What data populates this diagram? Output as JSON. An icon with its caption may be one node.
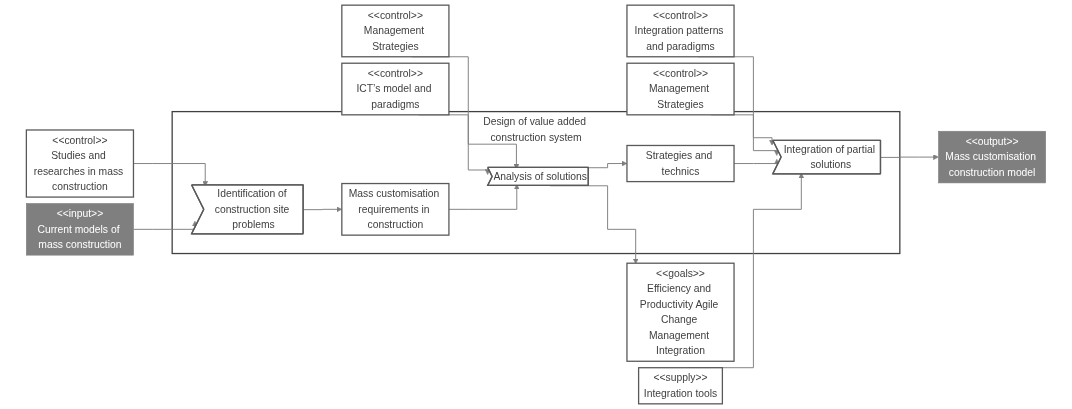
{
  "diagram": {
    "nodes": [
      {
        "text": [
          "<<control>>",
          "Studies and researches in mass construction"
        ]
      },
      {
        "text": [
          "<<control>>",
          "Management Strategies"
        ]
      },
      {
        "text": [
          "<<goals>>",
          "Efficiency and Productivity Agile Change Management Integration"
        ]
      },
      {
        "text": [
          "<<control>>",
          "ICT’s model and paradigms"
        ]
      },
      {
        "text": [
          "<<control>>",
          "Integration patterns and paradigms"
        ]
      },
      {
        "text": [
          "<<control>>",
          "Management Strategies"
        ]
      },
      {
        "text": [
          "<<input>>",
          "Current models of mass construction"
        ]
      },
      {
        "text": [
          "Design of value added construction system"
        ]
      },
      {
        "text": [
          "Identification of construction site problems"
        ],
        "in": 7
      },
      {
        "text": [
          "Mass customisation requirements in construction"
        ],
        "in": 7
      },
      {
        "text": [
          "Analysis of solutions"
        ],
        "in": 7
      },
      {
        "text": [
          "Strategies and technics"
        ],
        "in": 7
      },
      {
        "text": [
          "Integration of partial solutions"
        ],
        "in": 7
      },
      {
        "text": [
          "<<output>>",
          "Mass customisation construction model"
        ]
      },
      {
        "text": [
          "<<supply>>",
          "Integration tools"
        ]
      }
    ],
    "edges": [
      {
        "from": 0,
        "to": 8,
        "arrow": "to"
      },
      {
        "from": 1,
        "to": 10,
        "arrow": "to"
      },
      {
        "from": 10,
        "to": 2,
        "arrow": "to"
      },
      {
        "from": 3,
        "to": 10,
        "arrow": "to"
      },
      {
        "from": 4,
        "to": 12,
        "arrow": "to"
      },
      {
        "from": 5,
        "to": 12,
        "arrow": "to"
      },
      {
        "from": 6,
        "to": 8,
        "arrow": "to"
      },
      {
        "from": 8,
        "to": 9,
        "arrow": "to"
      },
      {
        "from": 9,
        "to": 10,
        "arrow": "to"
      },
      {
        "from": 10,
        "to": 11,
        "arrow": "to"
      },
      {
        "from": 11,
        "to": 12,
        "arrow": "to"
      },
      {
        "from": 12,
        "to": 13,
        "arrow": "to"
      },
      {
        "from": 14,
        "to": 12,
        "arrow": "to"
      }
    ]
  }
}
